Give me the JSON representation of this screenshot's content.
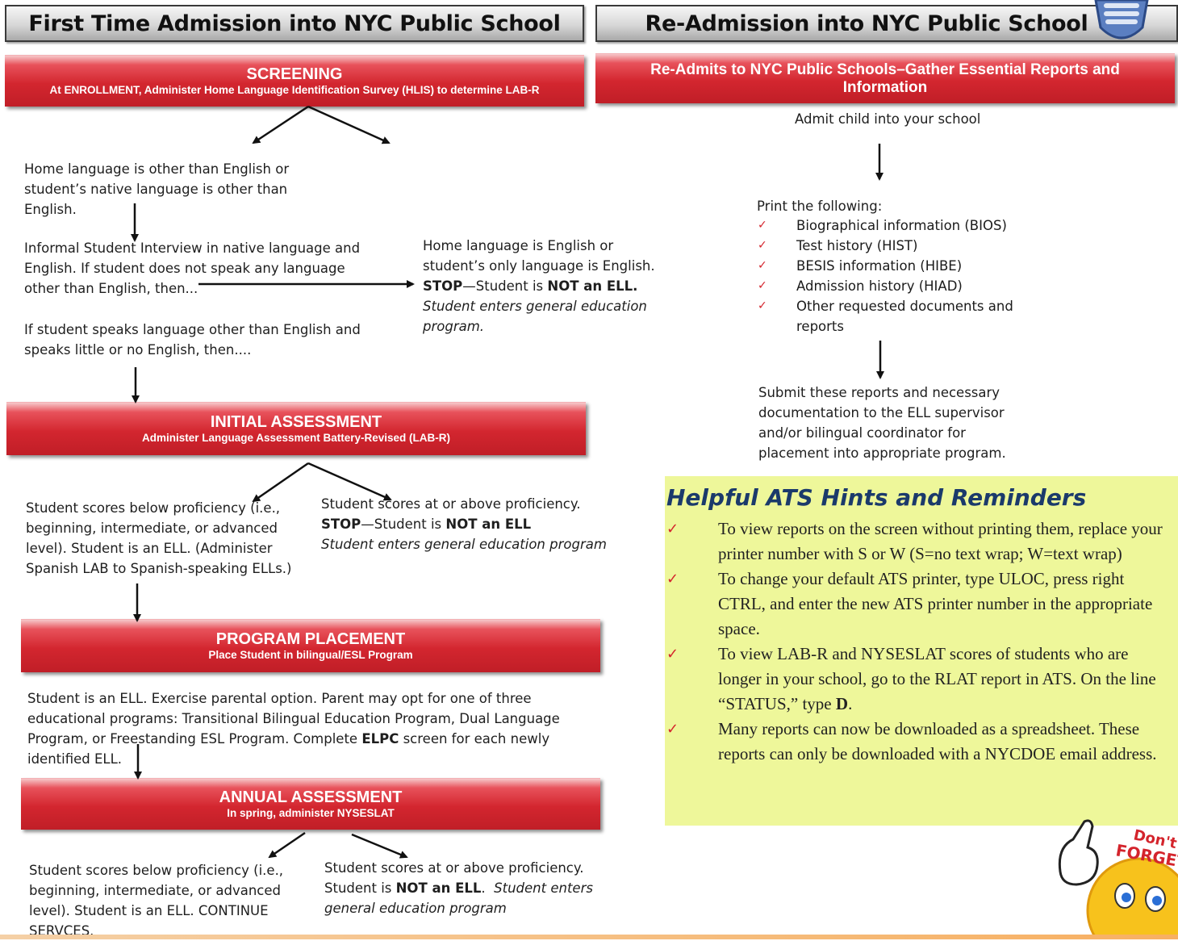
{
  "left": {
    "title": "First Time Admission into NYC Public School",
    "screening": {
      "title": "SCREENING",
      "subtitle": "At ENROLLMENT, Administer Home Language Identification Survey (HLIS) to determine LAB-R"
    },
    "home_lang_other": "Home language is other than English or student’s native language is other than English.",
    "interview": "Informal Student Interview in native language and English. If student does not speak any language other than English, then...",
    "home_lang_english": {
      "line1": "Home language is English or student’s only language is English.",
      "stop_prefix": "STOP",
      "stop_text": "—Student is ",
      "stop_bold": "NOT an ELL.",
      "italic": "Student enters general education program."
    },
    "speaks_other": "If student speaks language other than English and speaks little or no English, then....",
    "initial": {
      "title": "INITIAL ASSESSMENT",
      "subtitle": "Administer Language Assessment Battery-Revised (LAB-R)"
    },
    "below1": "Student scores below proficiency (i.e., beginning, intermediate, or advanced level). Student is an ELL. (Administer Spanish LAB to Spanish-speaking ELLs.)",
    "above1": {
      "line1": "Student scores at or above proficiency.",
      "stop_prefix": "STOP",
      "stop_text": "—Student is ",
      "stop_bold": "NOT an ELL",
      "italic": "Student enters general education program"
    },
    "placement": {
      "title": "PROGRAM PLACEMENT",
      "subtitle": "Place Student in bilingual/ESL Program"
    },
    "ell_option": {
      "text1": "Student is an ELL. Exercise parental option. Parent may opt for one of three educational programs: Transitional Bilingual Education Program, Dual Language Program, or Freestanding ESL Program. Complete ",
      "bold": "ELPC",
      "text2": " screen for each newly identified ELL."
    },
    "annual": {
      "title": "ANNUAL ASSESSMENT",
      "subtitle": "In spring, administer NYSESLAT"
    },
    "below2": "Student scores below proficiency (i.e., beginning, intermediate, or advanced level). Student is an ELL. CONTINUE SERVCES.",
    "above2": {
      "line1": "Student scores at or above proficiency.",
      "text": "Student is ",
      "bold": "NOT an ELL",
      "italic": "Student enters general education program"
    }
  },
  "right": {
    "title": "Re-Admission into NYC Public School",
    "banner": {
      "title": "Re-Admits to NYC Public Schools–Gather Essential Reports and Information"
    },
    "admit": "Admit child into your school",
    "print_label": "Print the following:",
    "print_items": [
      "Biographical information (BIOS)",
      "Test history (HIST)",
      "BESIS information (HIBE)",
      "Admission history (HIAD)",
      "Other requested documents and reports"
    ],
    "submit": "Submit these reports and necessary documentation to the ELL supervisor and/or bilingual coordinator for placement into appropriate program.",
    "hints": {
      "title": "Helpful ATS Hints and Reminders",
      "items": [
        {
          "text": "To view reports on the screen without printing them, replace your printer number with S or W (S=no text wrap; W=text wrap)"
        },
        {
          "text": "To change your default ATS printer, type ULOC, press right CTRL, and enter the new ATS printer number in the appropriate space."
        },
        {
          "text": "To view LAB-R and NYSESLAT scores of students who are longer in your school, go to the RLAT report in ATS. On the line “STATUS,” type ",
          "bold": "D",
          "tail": "."
        },
        {
          "text": "Many reports can now be downloaded as a spreadsheet. These reports can only be downloaded with a NYCDOE email address."
        }
      ]
    },
    "sticker": "Don't FORGET"
  },
  "colors": {
    "banner_red": "#d3262f",
    "hint_bg": "#eef79a",
    "check": "#d4242c",
    "hint_title": "#1b3a6b"
  }
}
